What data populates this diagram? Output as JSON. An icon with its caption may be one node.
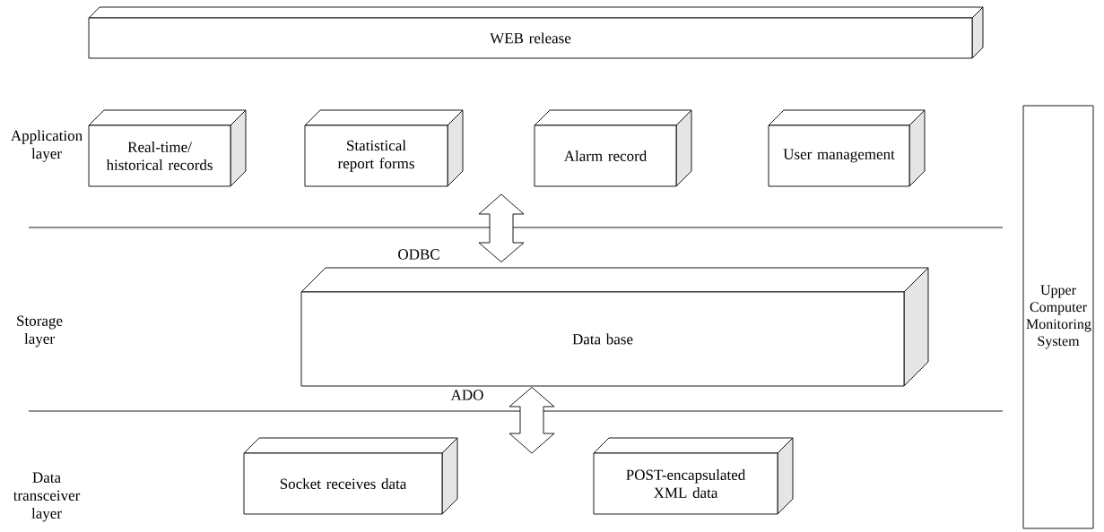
{
  "diagram": {
    "nodes": [
      {
        "text": [
          "WEB release"
        ]
      },
      {
        "text": [
          "Real-time/ historical records"
        ]
      },
      {
        "text": [
          "Statistical report forms"
        ]
      },
      {
        "text": [
          "Alarm record"
        ]
      },
      {
        "text": [
          "User management"
        ]
      },
      {
        "text": [
          "Data base"
        ]
      },
      {
        "text": [
          "Socket receives data"
        ]
      },
      {
        "text": [
          "POST-encapsulated XML data"
        ]
      },
      {
        "text": [
          "Upper Computer Monitoring System"
        ]
      }
    ],
    "edges": [
      {
        "from": null,
        "to": 5,
        "arrow": "both",
        "label": "ODBC"
      },
      {
        "from": 5,
        "to": null,
        "arrow": "both",
        "label": "ADO"
      }
    ],
    "labels": [
      "Application layer",
      "Storage layer",
      "Data transceiver layer"
    ]
  }
}
